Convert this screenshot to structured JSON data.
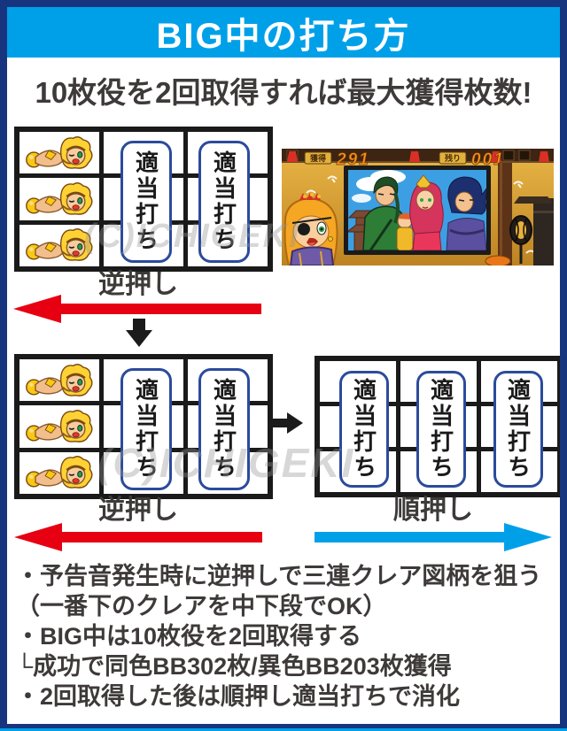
{
  "header": {
    "title": "BIG中の打ち方"
  },
  "subtitle": "10枚役を2回取得すれば最大獲得枚数!",
  "labels": {
    "tekitou": "適当打ち",
    "reverse_push": "逆押し",
    "forward_push": "順押し"
  },
  "screen": {
    "counter_left_label": "獲得",
    "counter_left_value": "291",
    "counter_right_label": "残り",
    "counter_right_value": "001"
  },
  "watermark": "(C)ICHIGEKI",
  "notes": [
    "・予告音発生時に逆押しで三連クレア図柄を狙う",
    "（一番下のクレアを中下段でOK）",
    "・BIG中は10枚役を2回取得する",
    "└成功で同色BB302枚/異色BB203枚獲得",
    "・2回取得した後は順押し適当打ちで消化"
  ],
  "colors": {
    "header_blue": "#00A0E9",
    "frame_navy": "#17357E",
    "arrow_red": "#E60012",
    "arrow_blue": "#00A0E9",
    "pill_border": "#2B4B9B",
    "text_dark": "#3E3A39"
  }
}
